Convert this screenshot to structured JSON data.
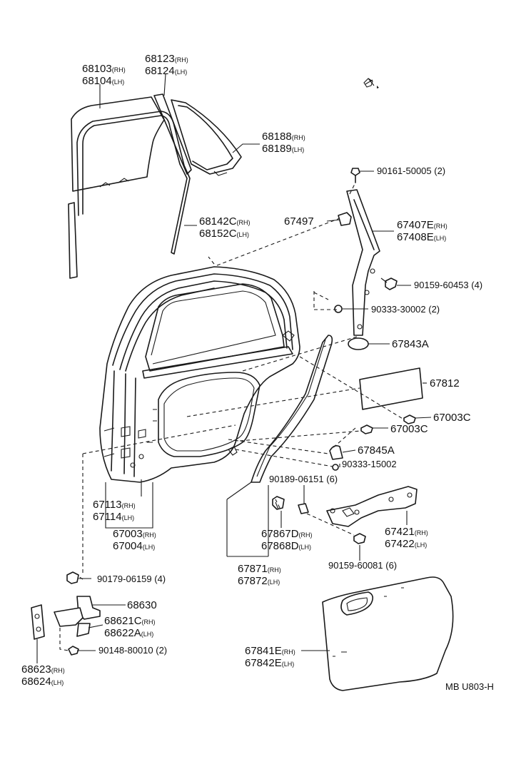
{
  "parts": {
    "p68103": {
      "num": "68103",
      "sfx": "(RH)"
    },
    "p68104": {
      "num": "68104",
      "sfx": "(LH)"
    },
    "p68123": {
      "num": "68123",
      "sfx": "(RH)"
    },
    "p68124": {
      "num": "68124",
      "sfx": "(LH)"
    },
    "p68188": {
      "num": "68188",
      "sfx": "(RH)"
    },
    "p68189": {
      "num": "68189",
      "sfx": "(LH)"
    },
    "p90161": {
      "num": "90161-50005 (2)"
    },
    "p67497": {
      "num": "67497"
    },
    "p67407E": {
      "num": "67407E",
      "sfx": "(RH)"
    },
    "p67408E": {
      "num": "67408E",
      "sfx": "(LH)"
    },
    "p68142C": {
      "num": "68142C",
      "sfx": "(RH)"
    },
    "p68152C": {
      "num": "68152C",
      "sfx": "(LH)"
    },
    "p90159a": {
      "num": "90159-60453 (4)"
    },
    "p90333a": {
      "num": "90333-30002 (2)"
    },
    "p67843A": {
      "num": "67843A"
    },
    "p67812": {
      "num": "67812"
    },
    "p67003Ca": {
      "num": "67003C"
    },
    "p67003Cb": {
      "num": "67003C"
    },
    "p67845A": {
      "num": "67845A"
    },
    "p90333b": {
      "num": "90333-15002"
    },
    "p90189": {
      "num": "90189-06151 (6)"
    },
    "p67113": {
      "num": "67113",
      "sfx": "(RH)"
    },
    "p67114": {
      "num": "67114",
      "sfx": "(LH)"
    },
    "p67003": {
      "num": "67003",
      "sfx": "(RH)"
    },
    "p67004": {
      "num": "67004",
      "sfx": "(LH)"
    },
    "p67867D": {
      "num": "67867D",
      "sfx": "(RH)"
    },
    "p67868D": {
      "num": "67868D",
      "sfx": "(LH)"
    },
    "p67421": {
      "num": "67421",
      "sfx": "(RH)"
    },
    "p67422": {
      "num": "67422",
      "sfx": "(LH)"
    },
    "p90159b": {
      "num": "90159-60081 (6)"
    },
    "p67871": {
      "num": "67871",
      "sfx": "(RH)"
    },
    "p67872": {
      "num": "67872",
      "sfx": "(LH)"
    },
    "p90179": {
      "num": "90179-06159 (4)"
    },
    "p68630": {
      "num": "68630"
    },
    "p68621C": {
      "num": "68621C",
      "sfx": "(RH)"
    },
    "p68622A": {
      "num": "68622A",
      "sfx": "(LH)"
    },
    "p90148": {
      "num": "90148-80010 (2)"
    },
    "p68623": {
      "num": "68623",
      "sfx": "(RH)"
    },
    "p68624": {
      "num": "68624",
      "sfx": "(LH)"
    },
    "p67841E": {
      "num": "67841E",
      "sfx": "(RH)"
    },
    "p67842E": {
      "num": "67842E",
      "sfx": "(LH)"
    }
  },
  "diagram_code": "MB U803-H"
}
